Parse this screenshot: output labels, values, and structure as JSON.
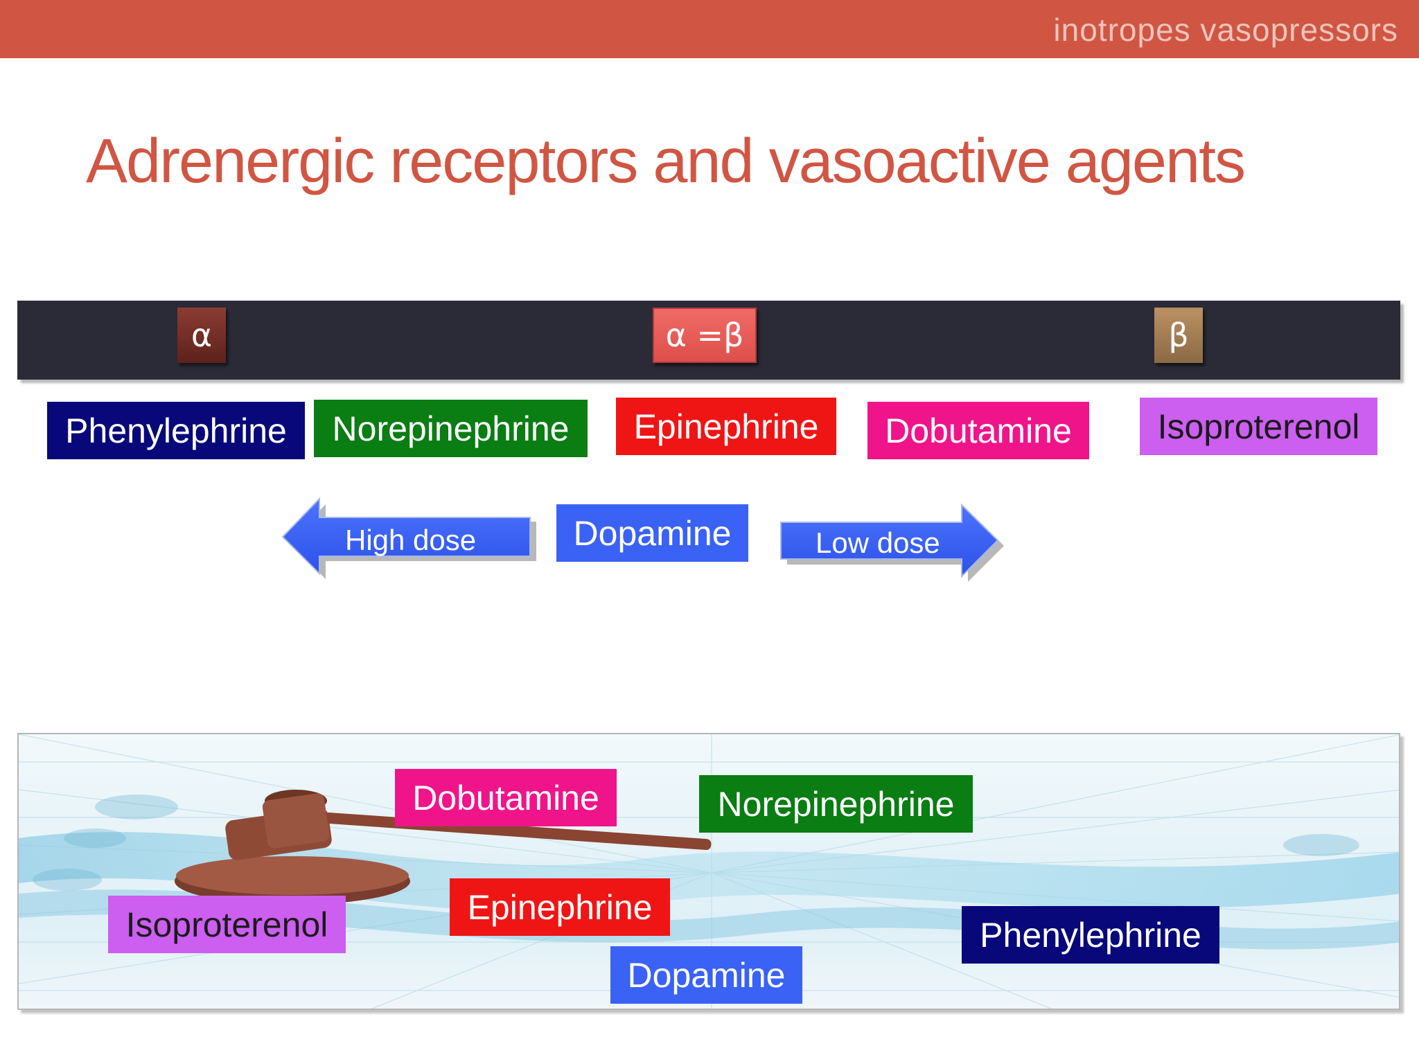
{
  "header": {
    "text": "inotropes vasopressors"
  },
  "slide": {
    "title": "Adrenergic receptors and vasoactive agents"
  },
  "receptors": {
    "alpha": "α",
    "alpha_beta": "α =β",
    "beta": "β"
  },
  "top_drugs": {
    "phenylephrine": "Phenylephrine",
    "norepinephrine": "Norepinephrine",
    "epinephrine": "Epinephrine",
    "dobutamine": "Dobutamine",
    "isoproterenol": "Isoproterenol"
  },
  "dopamine_row": {
    "high_dose": "High dose",
    "dopamine": "Dopamine",
    "low_dose": "Low dose"
  },
  "bottom_drugs": {
    "dobutamine": "Dobutamine",
    "norepinephrine": "Norepinephrine",
    "isoproterenol": "Isoproterenol",
    "epinephrine": "Epinephrine",
    "phenylephrine": "Phenylephrine",
    "dopamine": "Dopamine"
  },
  "colors": {
    "header": "#d05643",
    "title": "#d05643",
    "receptor_bar": "#2b2b37",
    "navy": "#08087a",
    "green": "#0a7d13",
    "red": "#f01515",
    "pink": "#f0148a",
    "purple": "#cc5ef0",
    "blue": "#3a62f4"
  }
}
